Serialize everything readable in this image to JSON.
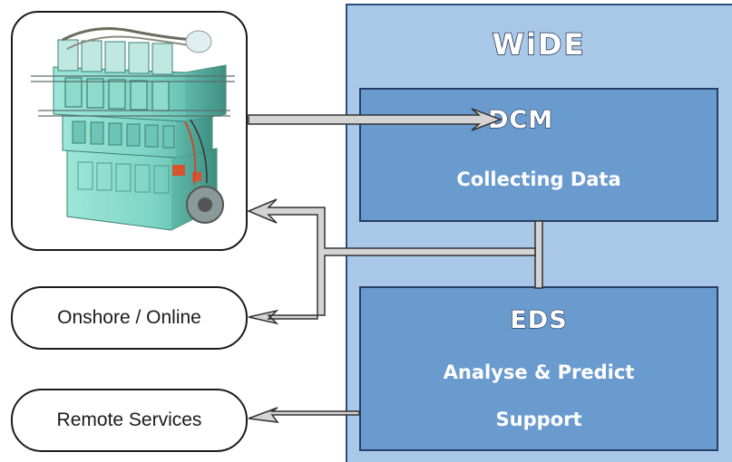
{
  "diagram": {
    "system_title": "WiDE",
    "dcm": {
      "title": "DCM",
      "subtitle": "Collecting Data"
    },
    "eds": {
      "title": "EDS",
      "subtitle_line1": "Analyse & Predict",
      "subtitle_line2": "Support"
    },
    "engine_icon": "marine-engine-image",
    "targets": {
      "onshore": "Onshore / Online",
      "remote": "Remote Services"
    }
  },
  "colors": {
    "panel_fill": "#a9c8e8",
    "box_fill": "#6a9bcf",
    "dark_outline": "#1c2f52",
    "engine_green": "#7ed9c9",
    "arrow_fill": "#d4d4d4"
  }
}
